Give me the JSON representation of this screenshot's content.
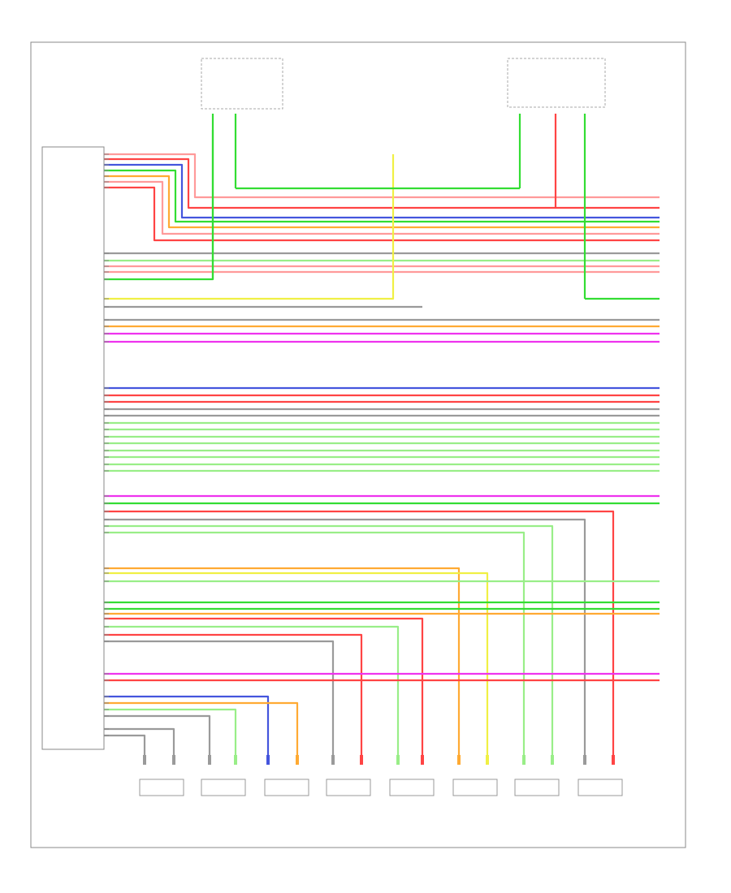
{
  "title": "",
  "page_label": "",
  "module_label": "",
  "colors": {
    "green": "#33dd33",
    "lightgreen": "#99ee88",
    "red": "#ff4444",
    "pink": "#ff9a9a",
    "blue": "#4455dd",
    "gray": "#9a9a9a",
    "yellow": "#f0f044",
    "lightyellow": "#f6f29a",
    "orange": "#ffaa33",
    "magenta": "#ee33ee",
    "violet": "#cc66ff",
    "cyan": "#66cccc",
    "darkgreen": "#22aa22",
    "black": "#222222"
  },
  "top_components": [
    {
      "id": "tc1",
      "label": ""
    },
    {
      "id": "tc2",
      "label": ""
    },
    {
      "id": "tc3",
      "label": ""
    }
  ],
  "bottom_components": [
    {
      "id": "bc1",
      "label": ""
    },
    {
      "id": "bc2",
      "label": ""
    },
    {
      "id": "bc3",
      "label": ""
    },
    {
      "id": "bc4",
      "label": ""
    },
    {
      "id": "bc5",
      "label": ""
    },
    {
      "id": "bc6",
      "label": ""
    },
    {
      "id": "bc7",
      "label": ""
    },
    {
      "id": "bc8",
      "label": ""
    },
    {
      "id": "bc9",
      "label": ""
    }
  ],
  "wires": [
    {
      "color": "pink"
    },
    {
      "color": "red"
    },
    {
      "color": "blue"
    },
    {
      "color": "green"
    },
    {
      "color": "orange"
    },
    {
      "color": "pink"
    },
    {
      "color": "lightyellow"
    },
    {
      "color": "red"
    },
    {
      "color": "gray"
    },
    {
      "color": "lightgreen"
    },
    {
      "color": "pink"
    },
    {
      "color": "pink"
    },
    {
      "color": "pink"
    },
    {
      "color": "red"
    },
    {
      "color": "green"
    },
    {
      "color": "yellow"
    },
    {
      "color": "green"
    },
    {
      "color": "yellow"
    },
    {
      "color": "gray"
    },
    {
      "color": "gray"
    },
    {
      "color": "orange"
    },
    {
      "color": "magenta"
    },
    {
      "color": "blue"
    },
    {
      "color": "red"
    },
    {
      "color": "red"
    },
    {
      "color": "gray"
    },
    {
      "color": "gray"
    },
    {
      "color": "lightgreen"
    },
    {
      "color": "lightgreen"
    },
    {
      "color": "lightgreen"
    },
    {
      "color": "lightgreen"
    },
    {
      "color": "magenta"
    },
    {
      "color": "green"
    },
    {
      "color": "red"
    },
    {
      "color": "gray"
    },
    {
      "color": "lightgreen"
    },
    {
      "color": "lightgreen"
    },
    {
      "color": "orange"
    },
    {
      "color": "yellow"
    },
    {
      "color": "lightgreen"
    },
    {
      "color": "green"
    },
    {
      "color": "green"
    },
    {
      "color": "orange"
    },
    {
      "color": "lightgreen"
    },
    {
      "color": "red"
    },
    {
      "color": "gray"
    },
    {
      "color": "red"
    },
    {
      "color": "lightyellow"
    },
    {
      "color": "lightyellow"
    },
    {
      "color": "lightyellow"
    },
    {
      "color": "lightyellow"
    },
    {
      "color": "lightyellow"
    },
    {
      "color": "blue"
    },
    {
      "color": "orange"
    },
    {
      "color": "lightgreen"
    },
    {
      "color": "gray"
    },
    {
      "color": "gray"
    }
  ]
}
